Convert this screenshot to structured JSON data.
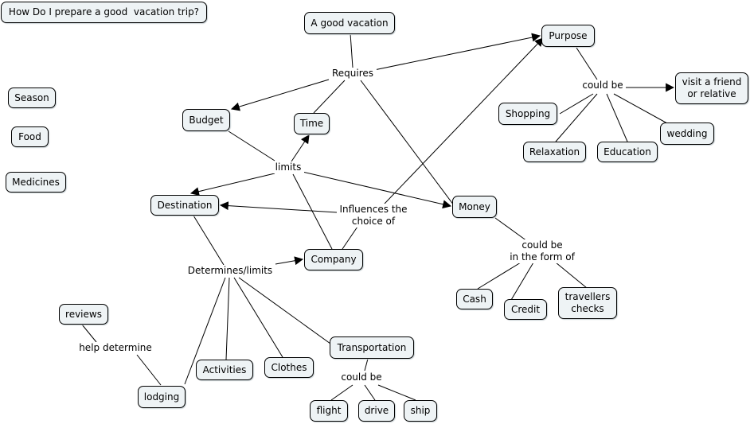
{
  "concepts": {
    "question": "How Do I prepare a good  vacation trip?",
    "good_vacation": "A good vacation",
    "purpose": "Purpose",
    "visit_friend": "visit a friend\nor relative",
    "shopping": "Shopping",
    "wedding": "wedding",
    "relaxation": "Relaxation",
    "education": "Education",
    "season": "Season",
    "food": "Food",
    "medicines": "Medicines",
    "budget": "Budget",
    "time": "Time",
    "destination": "Destination",
    "money": "Money",
    "company": "Company",
    "cash": "Cash",
    "credit": "Credit",
    "travellers_checks": "travellers\nchecks",
    "reviews": "reviews",
    "lodging": "lodging",
    "activities": "Activities",
    "clothes": "Clothes",
    "transportation": "Transportation",
    "flight": "flight",
    "drive": "drive",
    "ship": "ship"
  },
  "linking_phrases": {
    "requires": "Requires",
    "could_be_purpose": "could be",
    "limits": "limits",
    "influences": "Influences the\nchoice of",
    "could_be_money": "could be\nin the form of",
    "determines": "Determines/limits",
    "help_determine": "help determine",
    "could_be_transport": "could be"
  }
}
